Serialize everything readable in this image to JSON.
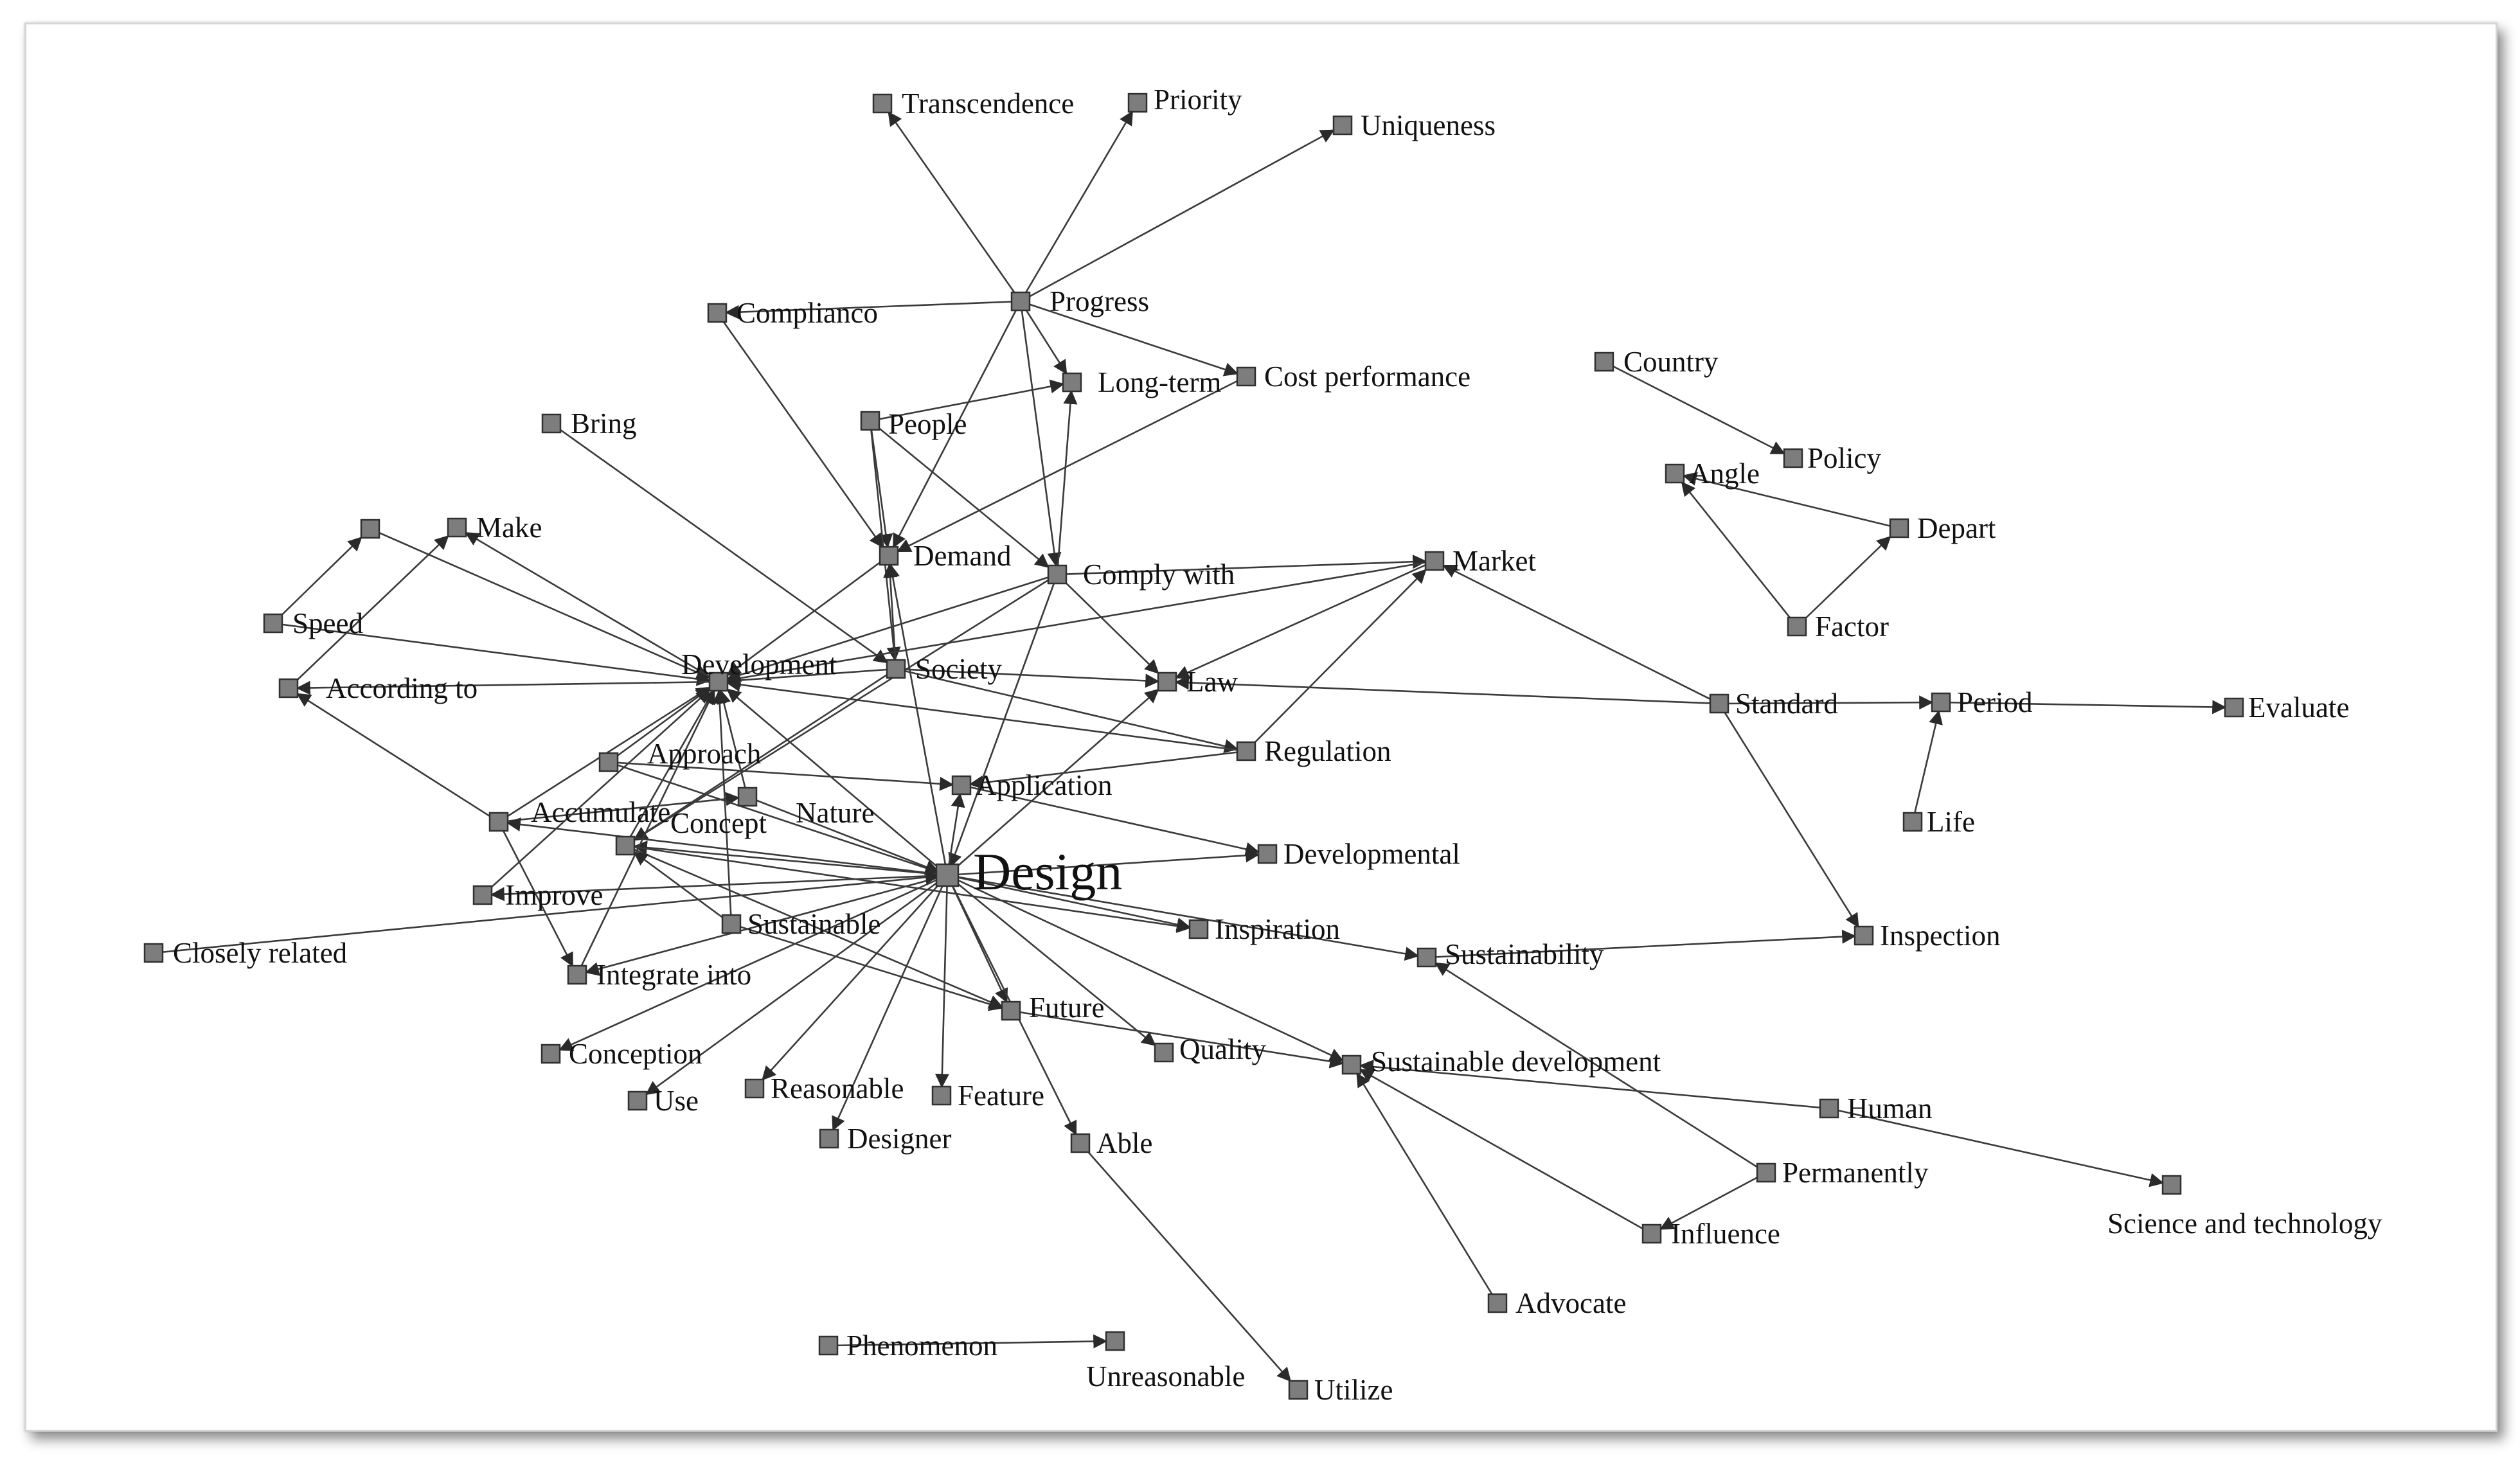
{
  "nodes": [
    {
      "id": "transcendence",
      "label": "Transcendence"
    },
    {
      "id": "priority",
      "label": "Priority"
    },
    {
      "id": "uniqueness",
      "label": "Uniqueness"
    },
    {
      "id": "compliance",
      "label": "Complianco"
    },
    {
      "id": "progress",
      "label": "Progress"
    },
    {
      "id": "country",
      "label": "Country"
    },
    {
      "id": "long_term",
      "label": "Long-term"
    },
    {
      "id": "cost_performance",
      "label": "Cost performance"
    },
    {
      "id": "people",
      "label": "People"
    },
    {
      "id": "bring",
      "label": "Bring"
    },
    {
      "id": "policy",
      "label": "Policy"
    },
    {
      "id": "angle",
      "label": "Angle"
    },
    {
      "id": "unlabeled",
      "label": ""
    },
    {
      "id": "make",
      "label": "Make"
    },
    {
      "id": "depart",
      "label": "Depart"
    },
    {
      "id": "demand",
      "label": "Demand"
    },
    {
      "id": "comply_with",
      "label": "Comply with"
    },
    {
      "id": "market",
      "label": "Market"
    },
    {
      "id": "speed",
      "label": "Speed"
    },
    {
      "id": "factor",
      "label": "Factor"
    },
    {
      "id": "development",
      "label": "Development"
    },
    {
      "id": "society",
      "label": "Society"
    },
    {
      "id": "according_to",
      "label": "According to"
    },
    {
      "id": "law",
      "label": "Law"
    },
    {
      "id": "standard",
      "label": "Standard"
    },
    {
      "id": "period",
      "label": "Period"
    },
    {
      "id": "evaluate",
      "label": "Evaluate"
    },
    {
      "id": "approach",
      "label": "Approach"
    },
    {
      "id": "regulation",
      "label": "Regulation"
    },
    {
      "id": "accumulate",
      "label": "Accumulate"
    },
    {
      "id": "nature",
      "label": "Nature"
    },
    {
      "id": "application",
      "label": "Application"
    },
    {
      "id": "concept",
      "label": "Concept"
    },
    {
      "id": "life",
      "label": "Life"
    },
    {
      "id": "developmental",
      "label": "Developmental"
    },
    {
      "id": "design",
      "label": "Design"
    },
    {
      "id": "improve",
      "label": "Improve"
    },
    {
      "id": "closely_related",
      "label": "Closely related"
    },
    {
      "id": "sustainable",
      "label": "Sustainable"
    },
    {
      "id": "inspiration",
      "label": "Inspiration"
    },
    {
      "id": "sustainability",
      "label": "Sustainability"
    },
    {
      "id": "inspection",
      "label": "Inspection"
    },
    {
      "id": "integrate_into",
      "label": "Integrate into"
    },
    {
      "id": "future",
      "label": "Future"
    },
    {
      "id": "conception",
      "label": "Conception"
    },
    {
      "id": "quality",
      "label": "Quality"
    },
    {
      "id": "sustainable_development",
      "label": "Sustainable development"
    },
    {
      "id": "use",
      "label": "Use"
    },
    {
      "id": "reasonable",
      "label": "Reasonable"
    },
    {
      "id": "feature",
      "label": "Feature"
    },
    {
      "id": "human",
      "label": "Human"
    },
    {
      "id": "designer",
      "label": "Designer"
    },
    {
      "id": "able",
      "label": "Able"
    },
    {
      "id": "permanently",
      "label": "Permanently"
    },
    {
      "id": "science_technology",
      "label": "Science and technology"
    },
    {
      "id": "influence",
      "label": "Influence"
    },
    {
      "id": "advocate",
      "label": "Advocate"
    },
    {
      "id": "phenomenon",
      "label": "Phenomenon"
    },
    {
      "id": "unreasonable",
      "label": "Unreasonable"
    },
    {
      "id": "utilize",
      "label": "Utilize"
    }
  ],
  "edges": [
    [
      "progress",
      "transcendence"
    ],
    [
      "progress",
      "priority"
    ],
    [
      "progress",
      "uniqueness"
    ],
    [
      "progress",
      "compliance"
    ],
    [
      "progress",
      "cost_performance"
    ],
    [
      "progress",
      "demand"
    ],
    [
      "progress",
      "comply_with"
    ],
    [
      "progress",
      "long_term"
    ],
    [
      "compliance",
      "demand"
    ],
    [
      "people",
      "long_term"
    ],
    [
      "people",
      "demand"
    ],
    [
      "people",
      "comply_with"
    ],
    [
      "people",
      "society"
    ],
    [
      "cost_performance",
      "demand"
    ],
    [
      "comply_with",
      "long_term"
    ],
    [
      "comply_with",
      "market"
    ],
    [
      "comply_with",
      "law"
    ],
    [
      "comply_with",
      "development"
    ],
    [
      "comply_with",
      "concept"
    ],
    [
      "comply_with",
      "design"
    ],
    [
      "design",
      "demand"
    ],
    [
      "society",
      "demand"
    ],
    [
      "demand",
      "development"
    ],
    [
      "bring",
      "society"
    ],
    [
      "country",
      "policy"
    ],
    [
      "factor",
      "angle"
    ],
    [
      "factor",
      "depart"
    ],
    [
      "depart",
      "angle"
    ],
    [
      "speed",
      "unlabeled"
    ],
    [
      "speed",
      "development"
    ],
    [
      "unlabeled",
      "development"
    ],
    [
      "according_to",
      "make"
    ],
    [
      "development",
      "make"
    ],
    [
      "accumulate",
      "according_to"
    ],
    [
      "development",
      "according_to"
    ],
    [
      "society",
      "law"
    ],
    [
      "society",
      "development"
    ],
    [
      "society",
      "regulation"
    ],
    [
      "society",
      "concept"
    ],
    [
      "market",
      "development"
    ],
    [
      "market",
      "law"
    ],
    [
      "regulation",
      "market"
    ],
    [
      "standard",
      "market"
    ],
    [
      "standard",
      "law"
    ],
    [
      "standard",
      "period"
    ],
    [
      "standard",
      "inspection"
    ],
    [
      "period",
      "evaluate"
    ],
    [
      "life",
      "period"
    ],
    [
      "regulation",
      "development"
    ],
    [
      "regulation",
      "application"
    ],
    [
      "accumulate",
      "development"
    ],
    [
      "accumulate",
      "nature"
    ],
    [
      "accumulate",
      "integrate_into"
    ],
    [
      "approach",
      "application"
    ],
    [
      "approach",
      "design"
    ],
    [
      "approach",
      "development"
    ],
    [
      "nature",
      "development"
    ],
    [
      "nature",
      "design"
    ],
    [
      "design",
      "application"
    ],
    [
      "design",
      "developmental"
    ],
    [
      "design",
      "law"
    ],
    [
      "design",
      "development"
    ],
    [
      "design",
      "concept"
    ],
    [
      "design",
      "accumulate"
    ],
    [
      "design",
      "future"
    ],
    [
      "design",
      "sustainable_development"
    ],
    [
      "design",
      "inspiration"
    ],
    [
      "design",
      "sustainability"
    ],
    [
      "design",
      "feature"
    ],
    [
      "design",
      "quality"
    ],
    [
      "design",
      "reasonable"
    ],
    [
      "design",
      "conception"
    ],
    [
      "design",
      "use"
    ],
    [
      "design",
      "designer"
    ],
    [
      "design",
      "able"
    ],
    [
      "design",
      "improve"
    ],
    [
      "design",
      "integrate_into"
    ],
    [
      "application",
      "developmental"
    ],
    [
      "concept",
      "development"
    ],
    [
      "concept",
      "future"
    ],
    [
      "concept",
      "inspiration"
    ],
    [
      "improve",
      "development"
    ],
    [
      "closely_related",
      "design"
    ],
    [
      "sustainable",
      "development"
    ],
    [
      "sustainable",
      "concept"
    ],
    [
      "sustainable",
      "future"
    ],
    [
      "integrate_into",
      "development"
    ],
    [
      "future",
      "sustainable_development"
    ],
    [
      "sustainability",
      "inspection"
    ],
    [
      "permanently",
      "sustainability"
    ],
    [
      "human",
      "sustainable_development"
    ],
    [
      "human",
      "science_technology"
    ],
    [
      "influence",
      "sustainable_development"
    ],
    [
      "permanently",
      "influence"
    ],
    [
      "advocate",
      "sustainable_development"
    ],
    [
      "phenomenon",
      "unreasonable"
    ],
    [
      "able",
      "utilize"
    ]
  ]
}
